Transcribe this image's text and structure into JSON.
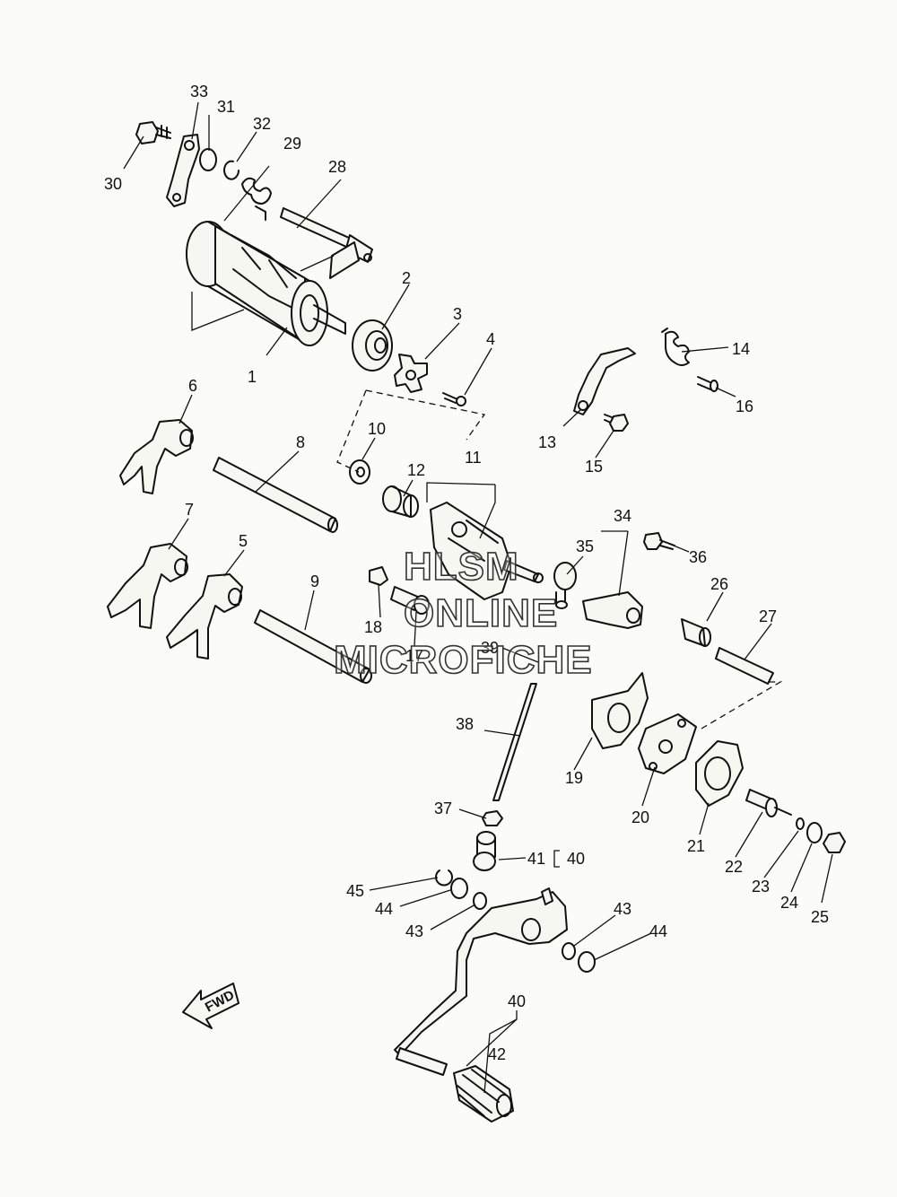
{
  "callouts": [
    {
      "id": "c1",
      "text": "1"
    },
    {
      "id": "c2",
      "text": "2"
    },
    {
      "id": "c3",
      "text": "3"
    },
    {
      "id": "c4",
      "text": "4"
    },
    {
      "id": "c5",
      "text": "5"
    },
    {
      "id": "c6",
      "text": "6"
    },
    {
      "id": "c7",
      "text": "7"
    },
    {
      "id": "c8",
      "text": "8"
    },
    {
      "id": "c9",
      "text": "9"
    },
    {
      "id": "c10",
      "text": "10"
    },
    {
      "id": "c11",
      "text": "11"
    },
    {
      "id": "c12",
      "text": "12"
    },
    {
      "id": "c13",
      "text": "13"
    },
    {
      "id": "c14",
      "text": "14"
    },
    {
      "id": "c15",
      "text": "15"
    },
    {
      "id": "c16",
      "text": "16"
    },
    {
      "id": "c17",
      "text": "17"
    },
    {
      "id": "c18",
      "text": "18"
    },
    {
      "id": "c19",
      "text": "19"
    },
    {
      "id": "c20",
      "text": "20"
    },
    {
      "id": "c21",
      "text": "21"
    },
    {
      "id": "c22",
      "text": "22"
    },
    {
      "id": "c23",
      "text": "23"
    },
    {
      "id": "c24",
      "text": "24"
    },
    {
      "id": "c25",
      "text": "25"
    },
    {
      "id": "c26",
      "text": "26"
    },
    {
      "id": "c27",
      "text": "27"
    },
    {
      "id": "c28",
      "text": "28"
    },
    {
      "id": "c29",
      "text": "29"
    },
    {
      "id": "c30",
      "text": "30"
    },
    {
      "id": "c31",
      "text": "31"
    },
    {
      "id": "c32",
      "text": "32"
    },
    {
      "id": "c33",
      "text": "33"
    },
    {
      "id": "c34",
      "text": "34"
    },
    {
      "id": "c35",
      "text": "35"
    },
    {
      "id": "c36",
      "text": "36"
    },
    {
      "id": "c37",
      "text": "37"
    },
    {
      "id": "c38",
      "text": "38"
    },
    {
      "id": "c39",
      "text": "39"
    },
    {
      "id": "c40a",
      "text": "40"
    },
    {
      "id": "c41",
      "text": "41"
    },
    {
      "id": "c40b",
      "text": "40"
    },
    {
      "id": "c42",
      "text": "42"
    },
    {
      "id": "c43a",
      "text": "43"
    },
    {
      "id": "c43b",
      "text": "43"
    },
    {
      "id": "c44a",
      "text": "44"
    },
    {
      "id": "c44b",
      "text": "44"
    },
    {
      "id": "c45",
      "text": "45"
    }
  ],
  "watermark": {
    "line1": "HLSM",
    "line2": "ONLINE",
    "line3": "MICROFICHE"
  },
  "fwd_label": "FWD",
  "colors": {
    "line": "#111111",
    "background": "#fbfbf7"
  }
}
